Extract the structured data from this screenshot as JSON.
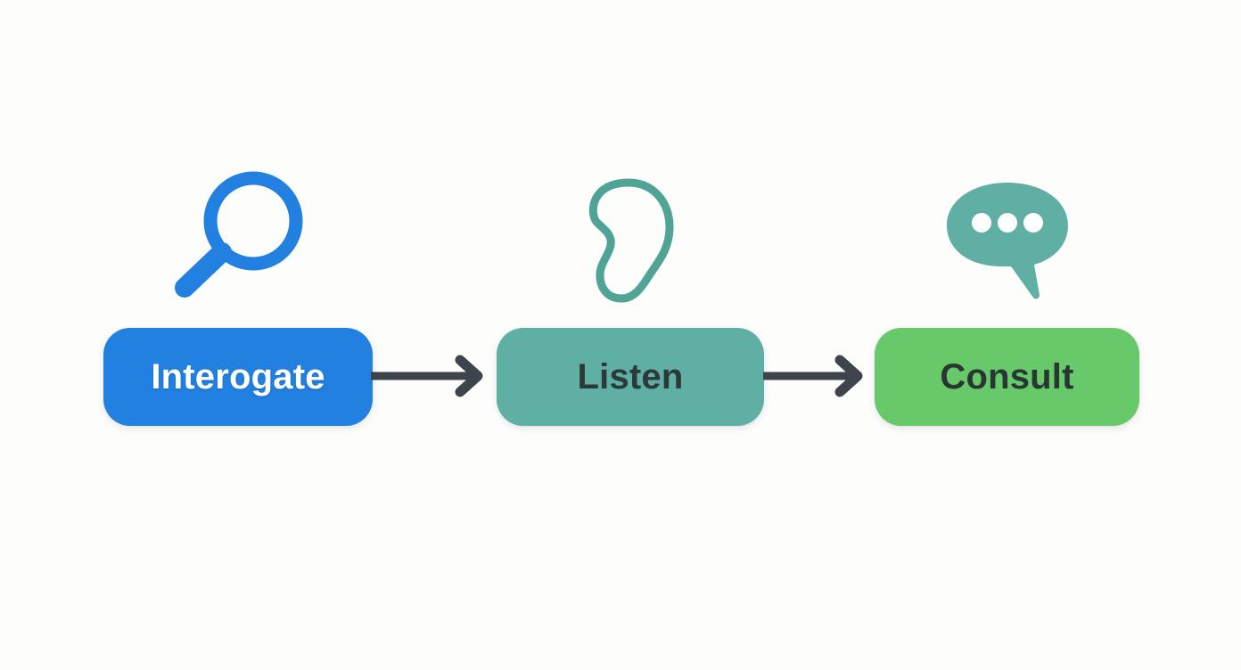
{
  "diagram": {
    "type": "process-flow",
    "orientation": "horizontal",
    "background_color": "#fdfdfc",
    "step_count": 3,
    "steps": [
      {
        "label": "Interogate",
        "icon": "magnifier-icon",
        "pill_color": "#2180e0",
        "label_color": "#ffffff",
        "icon_color": "#2180e0"
      },
      {
        "label": "Listen",
        "icon": "ear-icon",
        "pill_color": "#5fafa4",
        "label_color": "#2b3a38",
        "icon_color": "#4fa496"
      },
      {
        "label": "Consult",
        "icon": "speech-bubble-icon",
        "pill_color": "#68c96a",
        "label_color": "#293733",
        "icon_color": "#5fafa4"
      }
    ],
    "connectors": [
      {
        "name": "arrow-step1-to-step2",
        "from": "Interogate",
        "to": "Listen",
        "color": "#3d444b"
      },
      {
        "name": "arrow-step2-to-step3",
        "from": "Listen",
        "to": "Consult",
        "color": "#3d444b"
      }
    ]
  }
}
